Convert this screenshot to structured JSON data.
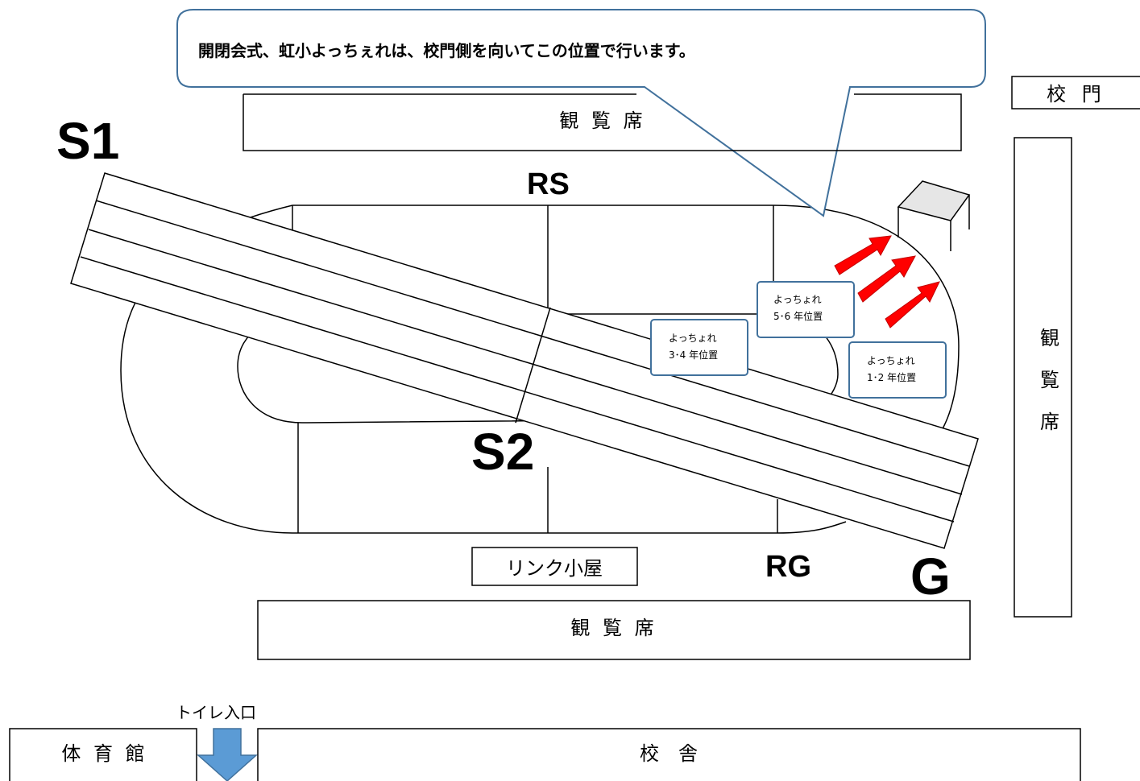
{
  "callout": {
    "text": "開閉会式、虹小よっちぇれは、校門側を向いてこの位置で行います。"
  },
  "labels": {
    "start1": "S1",
    "start2": "S2",
    "relay_start": "RS",
    "relay_goal": "RG",
    "goal": "G"
  },
  "buildings": {
    "school_gate": "校 門",
    "stands_top": "観 覧 席",
    "stands_bottom": "観 覧 席",
    "stands_right": [
      "観",
      "覧",
      "席"
    ],
    "rink_hut": "リンク小屋",
    "gym": "体 育 館",
    "school_building": "校　舎",
    "toilet_entrance": "トイレ入口"
  },
  "positions": {
    "grade56": [
      "よっちょれ",
      "5･6 年位置"
    ],
    "grade34": [
      "よっちょれ",
      "3･4 年位置"
    ],
    "grade12": [
      "よっちょれ",
      "1･2 年位置"
    ]
  },
  "colors": {
    "outline": "#000000",
    "callout_border": "#41719C",
    "arrow_red": "#FF0000",
    "arrow_blue": "#5B9BD5",
    "tent_fill": "#E6E6E6"
  }
}
